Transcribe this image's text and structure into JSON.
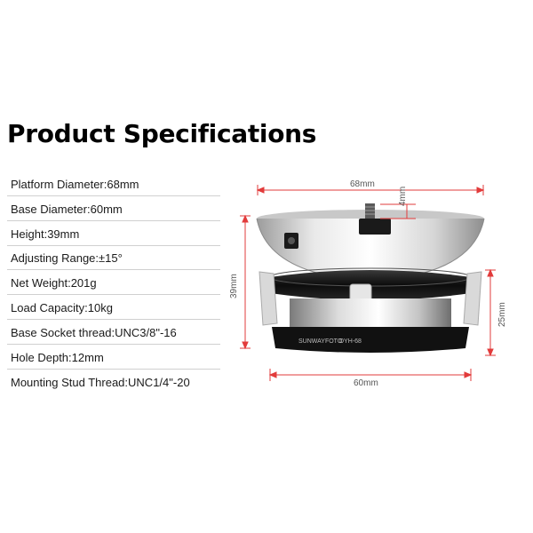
{
  "title": "Product Specifications",
  "specs": [
    {
      "label": "Platform Diameter",
      "value": "68mm"
    },
    {
      "label": "Base Diameter",
      "value": "60mm"
    },
    {
      "label": "Height",
      "value": "39mm"
    },
    {
      "label": "Adjusting Range",
      "value": "±15°"
    },
    {
      "label": "Net Weight",
      "value": "201g"
    },
    {
      "label": "Load Capacity",
      "value": "10kg"
    },
    {
      "label": "Base Socket thread",
      "value": "UNC3/8\"-16"
    },
    {
      "label": "Hole Depth",
      "value": "12mm"
    },
    {
      "label": "Mounting Stud Thread",
      "value": "UNC1/4\"-20"
    }
  ],
  "dimensions": {
    "platform": "68mm",
    "stud": "4mm",
    "height": "39mm",
    "base_height": "25mm",
    "base": "60mm"
  },
  "product_markings": {
    "brand": "SUNWAYFOTO",
    "model": "DYH-68"
  },
  "colors": {
    "dimension_line": "#e23b3b",
    "title": "#000000",
    "divider": "#d0d0d0"
  }
}
